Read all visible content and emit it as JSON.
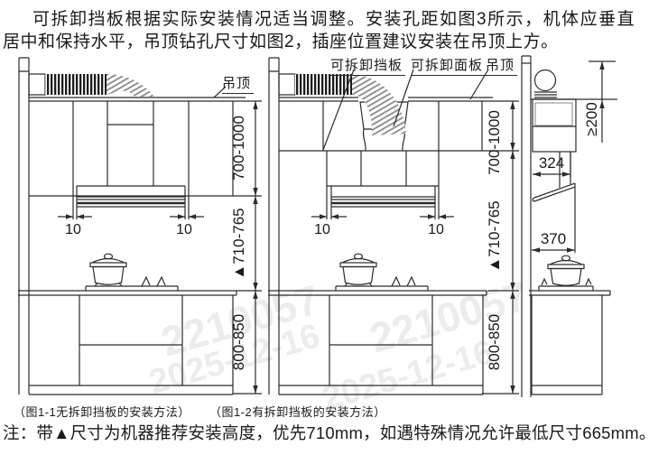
{
  "intro": {
    "line1": "可拆卸挡板根据实际安装情况适当调整。安装孔距如图3所示，机体应垂直",
    "line2": "居中和保持水平，吊顶钻孔尺寸如图2，插座位置建议安装在吊顶上方。"
  },
  "fig1": {
    "ceiling_label": "吊顶",
    "gap_left": "10",
    "gap_right": "10",
    "dim_ceiling_to_cabinet": "700-1000",
    "dim_hood_to_counter": "▲710-765",
    "dim_counter_height": "800-850",
    "caption": "（图1-1无拆卸挡板的安装方法）"
  },
  "fig2": {
    "label_removable_baffle": "可拆卸挡板",
    "label_removable_panel": "可拆卸面板",
    "label_ceiling": "吊顶",
    "gap_left": "10",
    "gap_right": "10",
    "dim_ceiling_to_cabinet": "700-1000",
    "dim_hood_to_counter": "▲710-765",
    "dim_counter_height": "800-850",
    "caption": "（图1-2有拆卸挡板的安装方法）"
  },
  "fig3": {
    "dim_above_ceiling": "≥200",
    "dim_hood_depth": "324",
    "dim_hood_front": "370"
  },
  "note": "注：带▲尺寸为机器推荐安装高度，优先710mm，如遇特殊情况允许最低尺寸665mm。",
  "watermark": {
    "id": "2210057",
    "date": "2025-12-16"
  },
  "colors": {
    "line": "#2b2b2b",
    "text": "#1a1a1a",
    "watermark": "#ececec"
  }
}
